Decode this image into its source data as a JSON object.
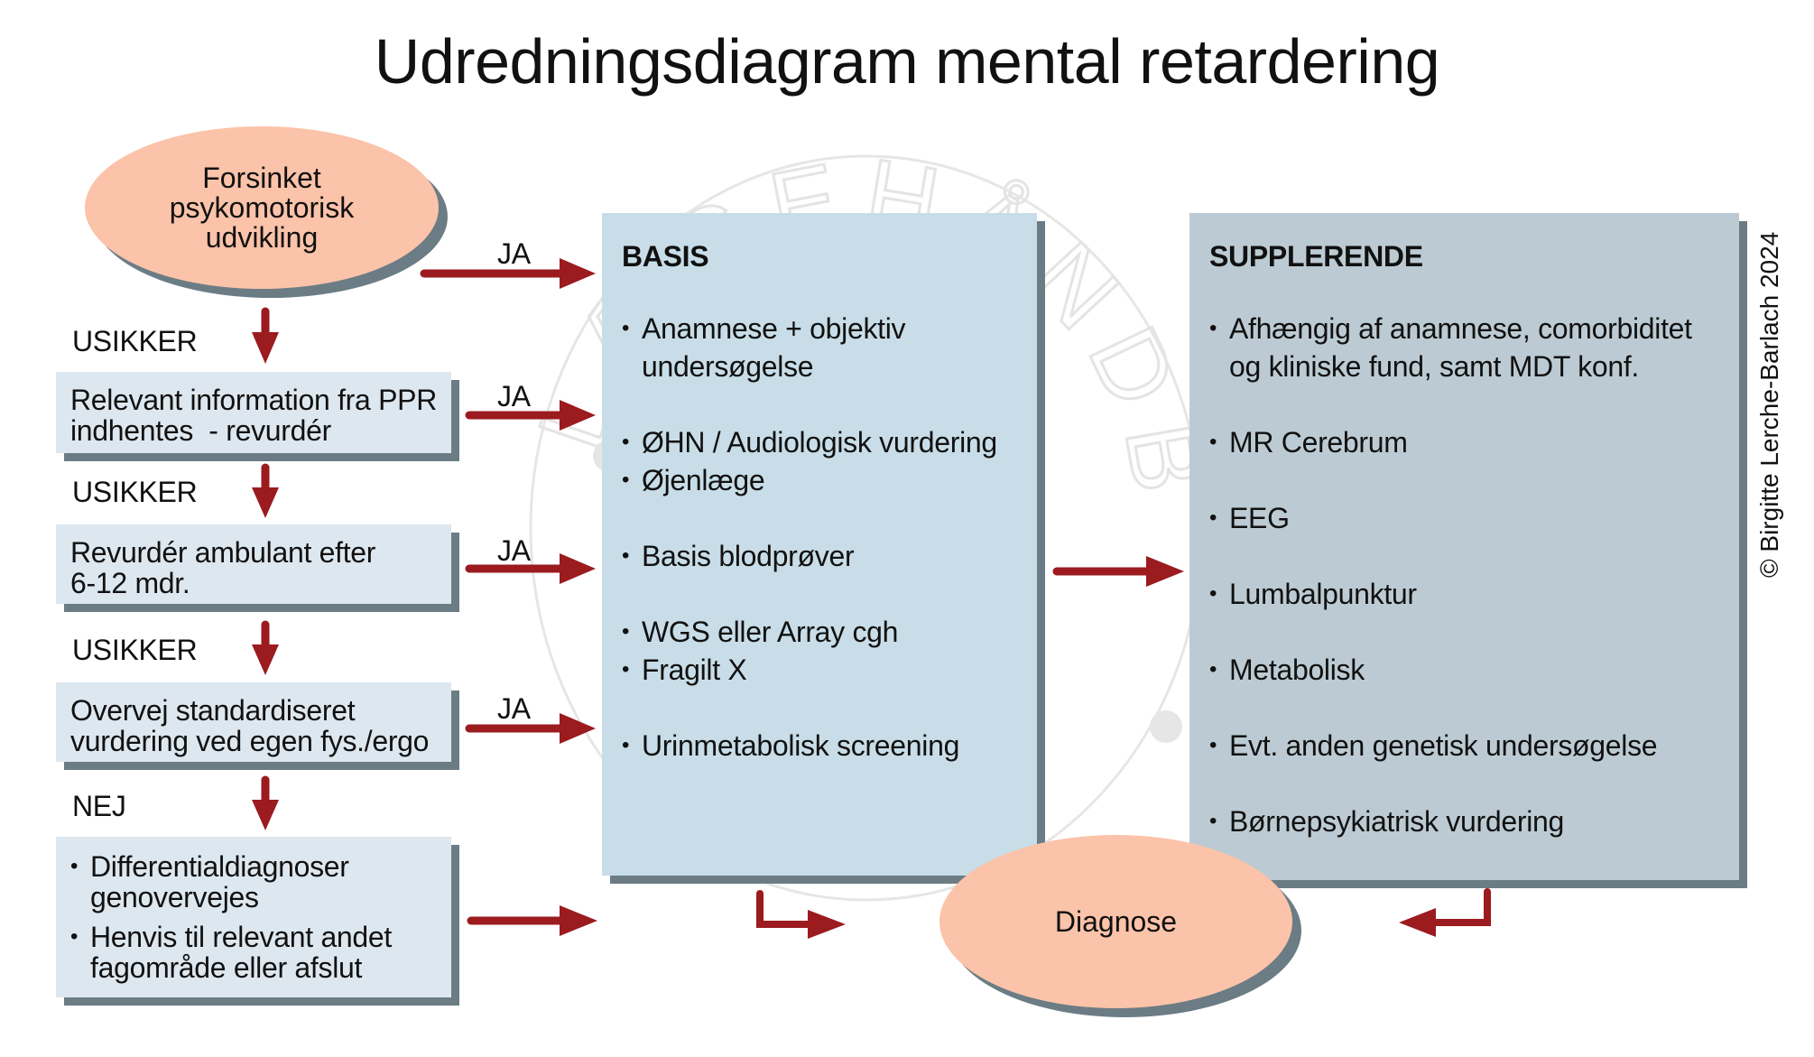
{
  "title": "Udredningsdiagram mental retardering",
  "copyright": "© Birgitte Lerche-Barlach 2024",
  "watermark": "LÆGEHÅNDBOGEN SUNDHED.DK",
  "colors": {
    "arrow": "#9b1b1f",
    "start_ellipse": "#fbc3a9",
    "step_box": "#dde7ef",
    "basis_panel": "#c8dde7",
    "supplerende_panel": "#bccbd3",
    "shadow": "#6c7c85"
  },
  "start": {
    "text": [
      "Forsinket",
      "psykomotorisk",
      "udvikling"
    ]
  },
  "steps": [
    {
      "label_above": "USIKKER",
      "text": [
        "Relevant information fra PPR",
        "indhentes  - revurdér"
      ],
      "yes_label": "JA"
    },
    {
      "label_above": "USIKKER",
      "text": [
        "Revurdér ambulant efter",
        "6-12 mdr."
      ],
      "yes_label": "JA"
    },
    {
      "label_above": "USIKKER",
      "text": [
        "Overvej standardiseret",
        "vurdering ved egen fys./ergo"
      ],
      "yes_label": "JA"
    },
    {
      "label_above": "NEJ",
      "bullets": [
        "Differentialdiagnoser genovervejes",
        "Henvis til relevant andet fagområde eller afslut"
      ]
    }
  ],
  "start_yes_label": "JA",
  "basis": {
    "heading": "BASIS",
    "items": [
      {
        "text": "Anamnese + objektiv undersøgelse",
        "gap": false
      },
      {
        "text": "ØHN / Audiologisk vurdering",
        "gap": true
      },
      {
        "text": "Øjenlæge",
        "gap": false
      },
      {
        "text": "Basis blodprøver",
        "gap": true
      },
      {
        "text": "WGS eller Array cgh",
        "gap": true
      },
      {
        "text": "Fragilt X",
        "gap": false
      },
      {
        "text": "Urinmetabolisk screening",
        "gap": true
      }
    ]
  },
  "supplerende": {
    "heading": "SUPPLERENDE",
    "items": [
      {
        "text": "Afhængig af anamnese, comorbiditet og kliniske fund, samt MDT konf.",
        "gap": false
      },
      {
        "text": "MR Cerebrum",
        "gap": true
      },
      {
        "text": "EEG",
        "gap": true
      },
      {
        "text": "Lumbalpunktur",
        "gap": true
      },
      {
        "text": "Metabolisk",
        "gap": true
      },
      {
        "text": "Evt. anden genetisk undersøgelse",
        "gap": true
      },
      {
        "text": "Børnepsykiatrisk vurdering",
        "gap": true
      }
    ]
  },
  "diagnose": {
    "text": "Diagnose"
  }
}
